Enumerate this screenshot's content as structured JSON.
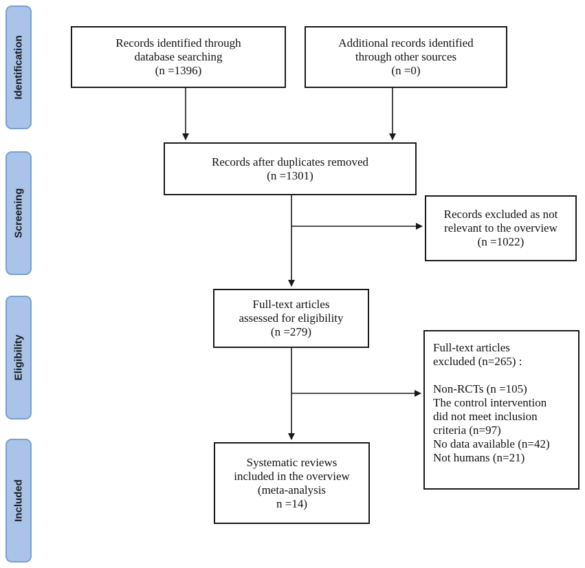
{
  "stages": {
    "identification": "Identification",
    "screening": "Screening",
    "eligibility": "Eligibility",
    "included": "Included"
  },
  "boxes": {
    "database": {
      "line1": "Records identified through",
      "line2": "database searching",
      "line3": "(n =1396)"
    },
    "other": {
      "line1": "Additional records identified",
      "line2": "through other sources",
      "line3": "(n =0)"
    },
    "duplicates": {
      "line1": "Records after duplicates removed",
      "line2": "(n =1301)"
    },
    "excluded_screen": {
      "line1": "Records excluded as not",
      "line2": "relevant to the overview",
      "line3": "(n =1022)"
    },
    "fulltext": {
      "line1": "Full-text articles",
      "line2": "assessed for eligibility",
      "line3": "(n =279)"
    },
    "excluded_full": {
      "line1": "Full-text articles",
      "line2": "excluded (n=265) :",
      "items": [
        "Non-RCTs (n =105)",
        "The control intervention",
        "did not meet inclusion",
        "criteria (n=97)",
        "No data available (n=42)",
        "Not humans (n=21)"
      ]
    },
    "included": {
      "line1": "Systematic reviews",
      "line2": "included in the overview",
      "line3": "(meta-analysis",
      "line4": "n =14)"
    }
  },
  "colors": {
    "stage_fill": "#a9c4e8",
    "stage_border": "#7a9fcc",
    "line": "#1a1a1a"
  }
}
